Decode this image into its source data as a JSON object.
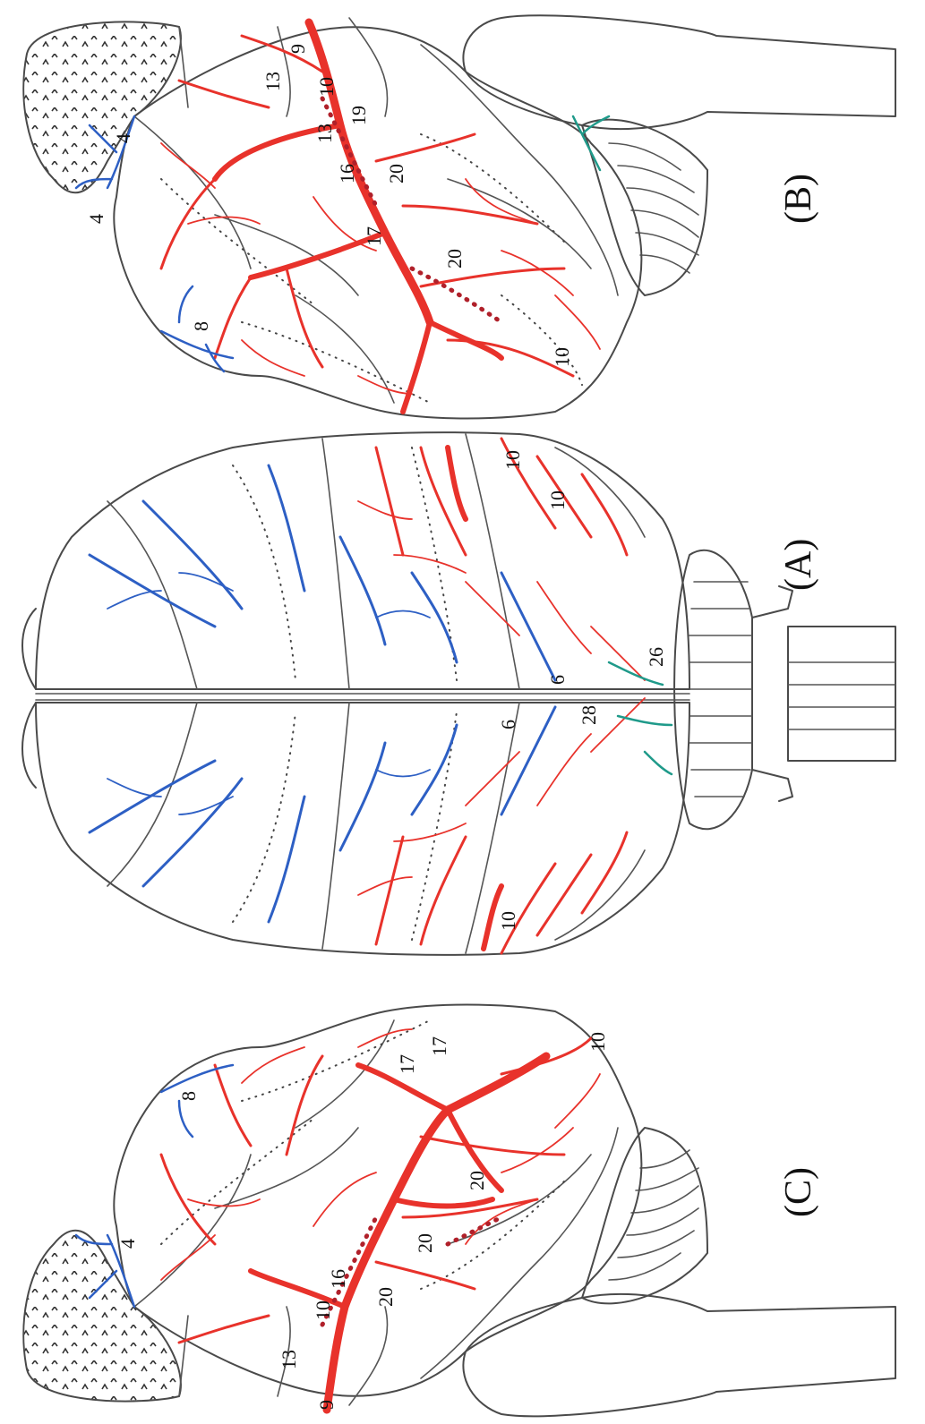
{
  "panels": {
    "A": "(A)",
    "B": "(B)",
    "C": "(C)"
  },
  "labels": {
    "B": [
      "9",
      "13",
      "10",
      "4",
      "13",
      "19",
      "16",
      "20",
      "4",
      "17",
      "20",
      "8",
      "10"
    ],
    "A": [
      "10",
      "10",
      "26",
      "6",
      "6",
      "28",
      "10"
    ],
    "C": [
      "8",
      "17",
      "17",
      "10",
      "4",
      "20",
      "20",
      "16",
      "20",
      "13",
      "10",
      "9"
    ]
  },
  "colors": {
    "artery": "#e8322b",
    "artery_dark": "#b0202a",
    "vein": "#2d5fc4",
    "teal": "#1f9a8a",
    "outline": "#4a4a4a"
  }
}
